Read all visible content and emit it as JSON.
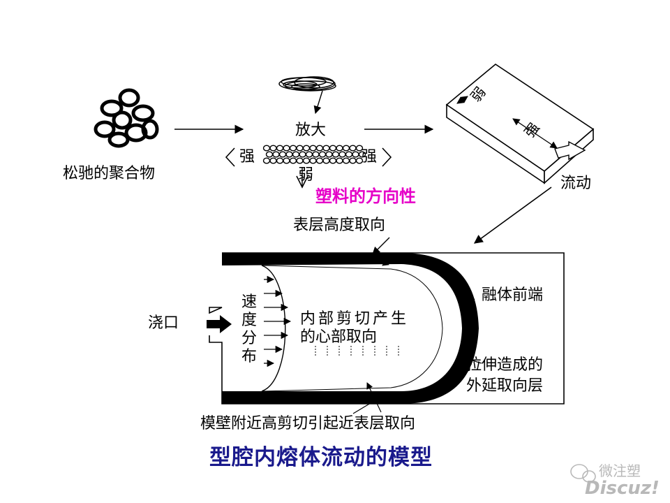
{
  "top": {
    "polymer_label": "松驰的聚合物",
    "magnify_label": "放大",
    "strong_left": "强",
    "strong_right": "强",
    "weak_bottom": "弱",
    "block_weak": "弱",
    "block_strong": "强",
    "flow_label": "流动",
    "subtitle": "塑料的方向性"
  },
  "cavity": {
    "surface_orientation": "表层高度取向",
    "gate": "浇口",
    "velocity_distribution": "速度分布",
    "core_line1": "内部剪切产生",
    "core_line2": "的心部取向",
    "melt_front": "融体前端",
    "stretch_line1": "拉伸造成的",
    "stretch_line2": "外延取向层",
    "wall_shear": "模壁附近高剪切引起近表层取向"
  },
  "title": "型腔内熔体流动的模型",
  "watermark": {
    "wechat": "微注塑",
    "brand": "Discuz!"
  },
  "colors": {
    "subtitle": "#e600c8",
    "title": "#1a1a8c",
    "watermark": "#b8b8b8"
  }
}
